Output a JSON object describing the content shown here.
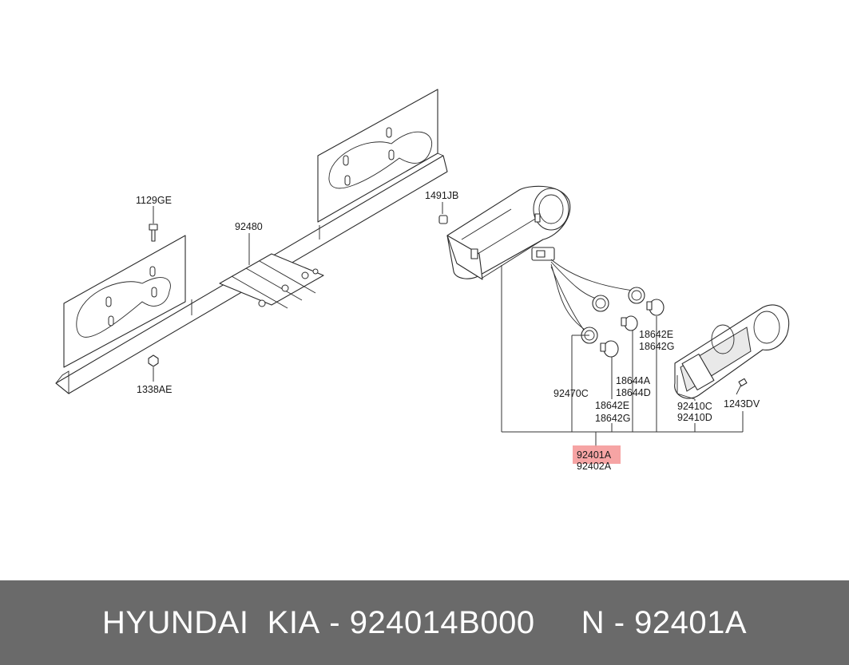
{
  "diagram": {
    "callouts": [
      {
        "id": "1129GE",
        "text": "1129GE"
      },
      {
        "id": "92480",
        "text": "92480"
      },
      {
        "id": "1338AE",
        "text": "1338AE"
      },
      {
        "id": "1491JB",
        "text": "1491JB"
      },
      {
        "id": "18642E_a",
        "text": "18642E"
      },
      {
        "id": "18642G_a",
        "text": "18642G"
      },
      {
        "id": "18644A",
        "text": "18644A"
      },
      {
        "id": "18644D",
        "text": "18644D"
      },
      {
        "id": "92470C",
        "text": "92470C"
      },
      {
        "id": "18642E_b",
        "text": "18642E"
      },
      {
        "id": "18642G_b",
        "text": "18642G"
      },
      {
        "id": "92410C",
        "text": "92410C"
      },
      {
        "id": "92410D",
        "text": "92410D"
      },
      {
        "id": "1243DV",
        "text": "1243DV"
      },
      {
        "id": "92401A",
        "text": "92401A",
        "highlighted": true
      },
      {
        "id": "92402A",
        "text": "92402A"
      }
    ],
    "highlight_color": "#f59a9a"
  },
  "footer": {
    "brand": "HYUNDAI  KIA",
    "sep1": " - ",
    "part_number": "924014B000",
    "gap": "     ",
    "ref_prefix": "N",
    "sep2": " - ",
    "ref_code": "92401A",
    "background": "#6a6a6a"
  }
}
